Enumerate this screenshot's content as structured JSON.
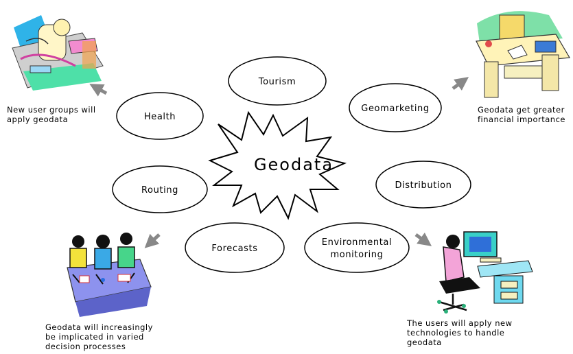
{
  "center": {
    "label": "Geodata"
  },
  "topics": [
    {
      "id": "tourism",
      "label": "Tourism"
    },
    {
      "id": "health",
      "label": "Health"
    },
    {
      "id": "geomarketing",
      "label": "Geomarketing"
    },
    {
      "id": "routing",
      "label": "Routing"
    },
    {
      "id": "distribution",
      "label": "Distribution"
    },
    {
      "id": "forecasts",
      "label": "Forecasts"
    },
    {
      "id": "environmental",
      "label_line1": "Environmental",
      "label_line2": "monitoring"
    }
  ],
  "captions": {
    "top_left": "New user groups will\napply geodata",
    "top_right": "Geodata get greater\nfinancial importance",
    "bottom_left": "Geodata will increasingly\nbe implicated in varied\ndecision processes",
    "bottom_right": "The users will apply new\ntechnologies to handle\ngeodata"
  },
  "colors": {
    "arrow": "#888888",
    "outline": "#000000"
  },
  "icons": [
    "relaxing-person-clipart-icon",
    "desk-clipart-icon",
    "meeting-group-clipart-icon",
    "computer-user-clipart-icon"
  ]
}
